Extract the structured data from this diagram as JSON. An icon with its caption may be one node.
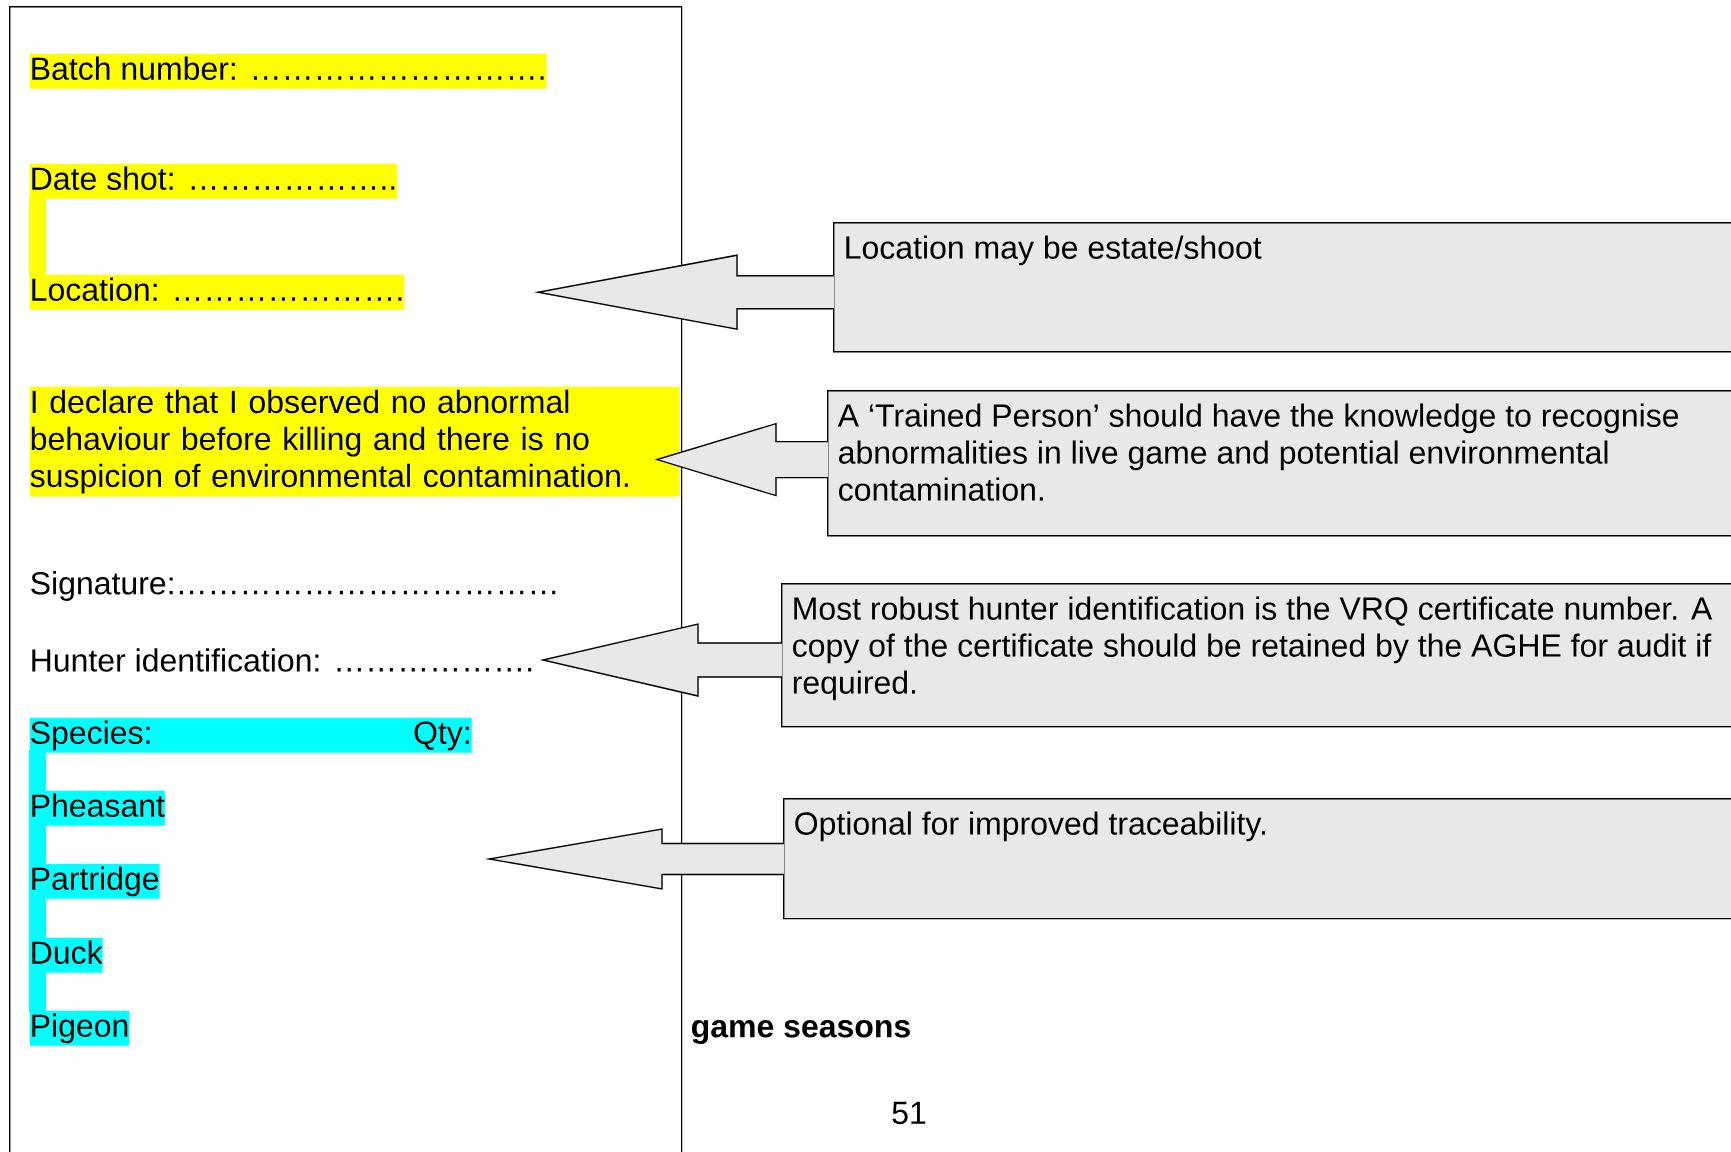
{
  "diagram": {
    "nodes": [
      {
        "text": [],
        "shape": "box"
      },
      {
        "text": [
          "Batch number:  ………………………."
        ],
        "in": 0
      },
      {
        "text": [
          "Date shot:  ……………….."
        ],
        "in": 0
      },
      {
        "text": [
          "Location: …………………."
        ],
        "in": 0
      },
      {
        "text": [
          "I declare that I observed no abnormal behaviour before killing and there is no suspicion of environmental contamination."
        ],
        "in": 0
      },
      {
        "text": [
          "Signature:………………………………"
        ],
        "in": 0
      },
      {
        "text": [
          "Hunter identification: ………………."
        ],
        "in": 0
      },
      {
        "text": [
          "Species:",
          "Qty:"
        ],
        "in": 0
      },
      {
        "text": [
          "Pheasant"
        ],
        "in": 0
      },
      {
        "text": [
          "Partridge"
        ],
        "in": 0
      },
      {
        "text": [
          "Duck"
        ],
        "in": 0
      },
      {
        "text": [
          "Pigeon"
        ],
        "in": 0
      },
      {
        "text": [
          "Location may be estate/shoot"
        ]
      },
      {
        "text": [
          "A ‘Trained Person’ should have the knowledge to recognise abnormalities in live game and potential environmental contamination."
        ]
      },
      {
        "text": [
          "Most robust hunter identification is the VRQ certificate number. A copy of the certificate should be retained by the AGHE for audit if required."
        ]
      },
      {
        "text": [
          "Optional for improved traceability."
        ]
      }
    ],
    "edges": [
      {
        "from": 12,
        "to": 3,
        "arrow": "to"
      },
      {
        "from": 13,
        "to": 4,
        "arrow": "to"
      },
      {
        "from": 14,
        "to": 6,
        "arrow": "to"
      },
      {
        "from": 15,
        "to": null,
        "arrow": "to"
      }
    ],
    "labels": [
      "game seasons",
      "51"
    ]
  }
}
